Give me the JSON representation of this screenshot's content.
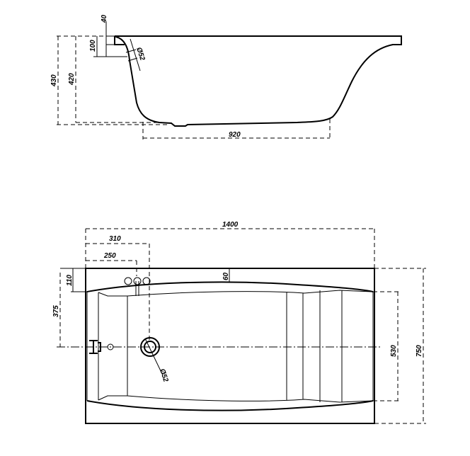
{
  "drawing": {
    "side_view": {
      "dims": {
        "rim": "40",
        "overflow_height": "100",
        "overflow_diameter": "Ø52",
        "total_height": "430",
        "inner_height": "420",
        "bottom_length": "920"
      }
    },
    "plan_view": {
      "dims": {
        "length": "1400",
        "overflow_pos": "310",
        "tap_pos": "250",
        "tap_offset": "110",
        "rim_width": "60",
        "center_offset": "375",
        "drain_diameter": "Ø52",
        "inner_width": "530",
        "width": "750"
      }
    },
    "colors": {
      "line": "#000000",
      "background": "#ffffff"
    }
  }
}
